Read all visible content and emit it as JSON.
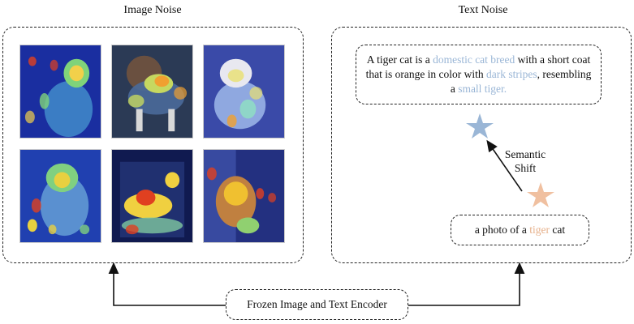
{
  "left_panel": {
    "title": "Image Noise",
    "images": [
      {
        "name": "cat-standing",
        "colors": {
          "bg": "#1a2ea0",
          "hot": "#f2d04a",
          "warm": "#7fd37a"
        }
      },
      {
        "name": "basset-dog",
        "colors": {
          "bg": "#2b3a55",
          "hot": "#f0a030",
          "warm": "#c6d860"
        }
      },
      {
        "name": "white-puppy",
        "colors": {
          "bg": "#3a4aa8",
          "hot": "#e8e070",
          "warm": "#8fd6c8"
        }
      },
      {
        "name": "cat-sitting",
        "colors": {
          "bg": "#2040b0",
          "hot": "#e8d040",
          "warm": "#80d080"
        }
      },
      {
        "name": "dog-doorway",
        "colors": {
          "bg": "#101a50",
          "hot": "#e04020",
          "warm": "#f0d040"
        }
      },
      {
        "name": "cat-window",
        "colors": {
          "bg": "#233080",
          "hot": "#f0c030",
          "warm": "#90d070"
        }
      }
    ]
  },
  "right_panel": {
    "title": "Text Noise",
    "description": {
      "p1": "A tiger cat is a ",
      "h1": "domestic cat breed",
      "p2": " with a short coat that is orange in color with ",
      "h2": "dark stripes",
      "p3": ", resembling a ",
      "h3": "small tiger."
    },
    "shift_label_1": "Semantic",
    "shift_label_2": "Shift",
    "prompt": {
      "p1": "a photo of a ",
      "h1": "tiger",
      "p2": " cat"
    },
    "colors": {
      "blue_star": "#9ab6d6",
      "orange_star": "#f0c0a0",
      "highlight_blue": "#9ab6d6",
      "highlight_orange": "#e6b08a"
    }
  },
  "encoder": {
    "label": "Frozen Image and Text Encoder"
  }
}
